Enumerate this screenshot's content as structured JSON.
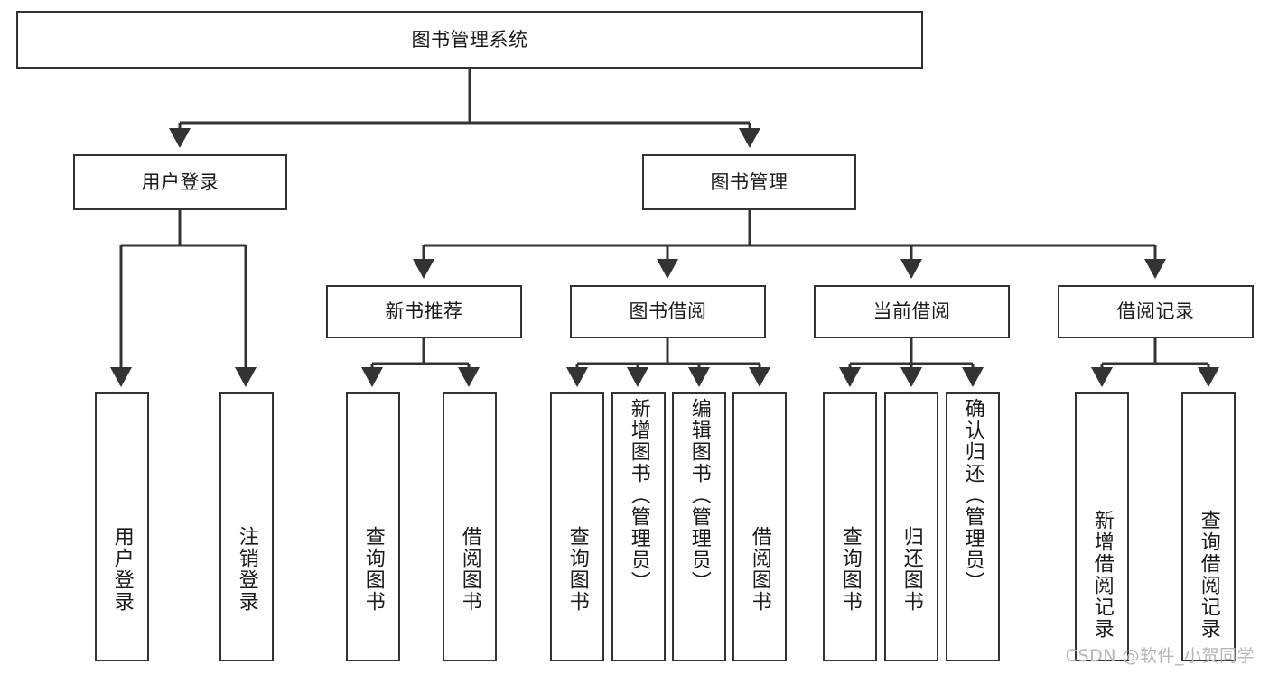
{
  "diagram": {
    "title": "图书管理系统",
    "type": "tree-hierarchy",
    "root": {
      "label": "图书管理系统"
    },
    "level2": [
      {
        "label": "用户登录"
      },
      {
        "label": "图书管理"
      }
    ],
    "level3": [
      {
        "label": "新书推荐"
      },
      {
        "label": "图书借阅"
      },
      {
        "label": "当前借阅"
      },
      {
        "label": "借阅记录"
      }
    ],
    "leaves": {
      "user_login": [
        {
          "label": "用户登录"
        },
        {
          "label": "注销登录"
        }
      ],
      "new_book_recommend": [
        {
          "label": "查询图书"
        },
        {
          "label": "借阅图书"
        }
      ],
      "book_borrow": [
        {
          "label": "查询图书"
        },
        {
          "label": "新增图书（管理员）"
        },
        {
          "label": "编辑图书（管理员）"
        },
        {
          "label": "借阅图书"
        }
      ],
      "current_borrow": [
        {
          "label": "查询图书"
        },
        {
          "label": "归还图书"
        },
        {
          "label": "确认归还（管理员）"
        }
      ],
      "borrow_record": [
        {
          "label": "新增借阅记录"
        },
        {
          "label": "查询借阅记录"
        }
      ]
    }
  },
  "watermark": {
    "text": "CSDN @软件_小贺同学"
  },
  "colors": {
    "stroke": "#333333",
    "box_fill": "#ffffff",
    "text": "#1a1a1a",
    "watermark": "#b6b6b6",
    "background": "#ffffff"
  }
}
